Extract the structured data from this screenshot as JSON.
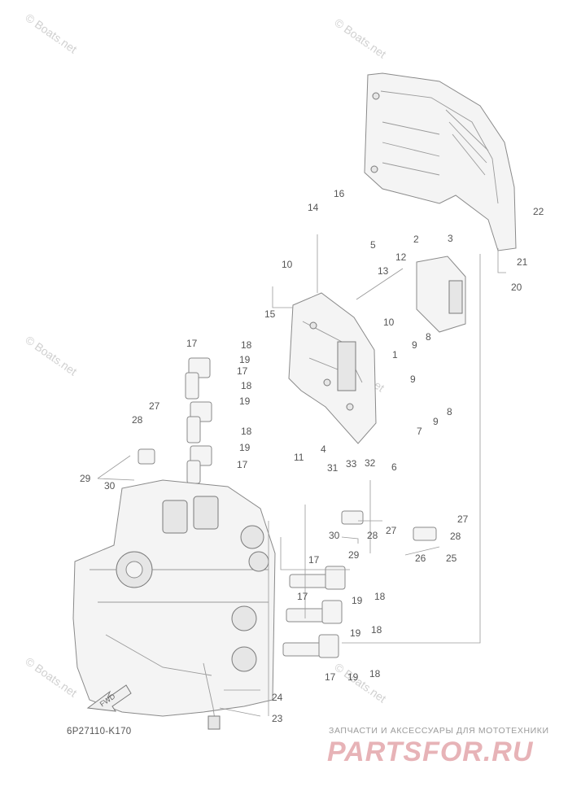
{
  "diagram": {
    "code": "6P27110-K170",
    "fwd_label": "FWD",
    "watermarks": [
      "© Boats.net",
      "© Boats.net",
      "© Boats.net",
      "© Boats.net",
      "© Boats.net",
      "© Boats.net"
    ],
    "ad": {
      "tagline": "ЗАПЧАСТИ И АКСЕССУАРЫ ДЛЯ МОТОТЕХНИКИ",
      "logo": "PARTSFOR.RU"
    },
    "callouts": [
      "1",
      "2",
      "3",
      "4",
      "5",
      "6",
      "7",
      "8",
      "8",
      "9",
      "9",
      "9",
      "10",
      "10",
      "11",
      "12",
      "13",
      "14",
      "15",
      "16",
      "17",
      "17",
      "17",
      "17",
      "17",
      "17",
      "18",
      "18",
      "18",
      "18",
      "18",
      "18",
      "19",
      "19",
      "19",
      "19",
      "19",
      "19",
      "20",
      "21",
      "22",
      "23",
      "24",
      "25",
      "26",
      "27",
      "27",
      "27",
      "28",
      "28",
      "28",
      "29",
      "29",
      "30",
      "30",
      "31",
      "32",
      "33"
    ]
  },
  "colors": {
    "line": "#8a8a8a",
    "ad_logo": "#e7b3b7"
  }
}
